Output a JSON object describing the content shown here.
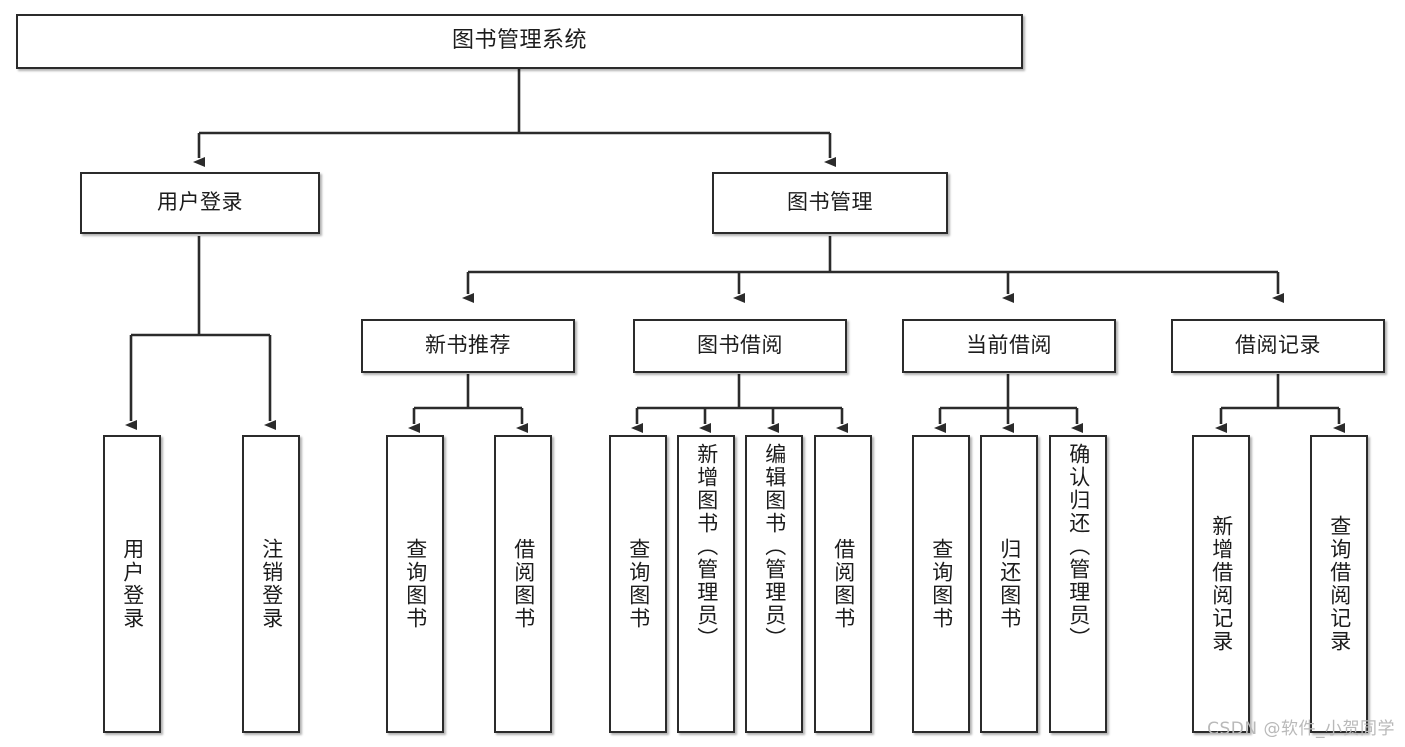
{
  "diagram": {
    "title": "图书管理系统",
    "type": "tree-hierarchy-diagram",
    "colors": {
      "background": "#ffffff",
      "node_border": "#2b2b2b",
      "node_fill": "#ffffff",
      "edge": "#2b2b2b",
      "text": "#1c1c1c",
      "watermark": "#b9b9b9"
    },
    "root": {
      "label": "图书管理系统"
    },
    "level2": [
      {
        "id": "user-login",
        "label": "用户登录"
      },
      {
        "id": "book-management",
        "label": "图书管理"
      }
    ],
    "level3": [
      {
        "id": "new-book-recommend",
        "label": "新书推荐",
        "parent": "book-management"
      },
      {
        "id": "book-borrow",
        "label": "图书借阅",
        "parent": "book-management"
      },
      {
        "id": "current-borrow",
        "label": "当前借阅",
        "parent": "book-management"
      },
      {
        "id": "borrow-record",
        "label": "借阅记录",
        "parent": "book-management"
      }
    ],
    "leaves": [
      {
        "id": "leaf-user-login",
        "label": "用户登录",
        "parent": "user-login"
      },
      {
        "id": "leaf-logout-login",
        "label": "注销登录",
        "parent": "user-login"
      },
      {
        "id": "leaf-query-book-1",
        "label": "查询图书",
        "parent": "new-book-recommend"
      },
      {
        "id": "leaf-borrow-book-1",
        "label": "借阅图书",
        "parent": "new-book-recommend"
      },
      {
        "id": "leaf-query-book-2",
        "label": "查询图书",
        "parent": "book-borrow"
      },
      {
        "id": "leaf-add-book-admin",
        "label": "新增图书（管理员）",
        "parent": "book-borrow"
      },
      {
        "id": "leaf-edit-book-admin",
        "label": "编辑图书（管理员）",
        "parent": "book-borrow"
      },
      {
        "id": "leaf-borrow-book-2",
        "label": "借阅图书",
        "parent": "book-borrow"
      },
      {
        "id": "leaf-query-book-3",
        "label": "查询图书",
        "parent": "current-borrow"
      },
      {
        "id": "leaf-return-book",
        "label": "归还图书",
        "parent": "current-borrow"
      },
      {
        "id": "leaf-confirm-return-admin",
        "label": "确认归还（管理员）",
        "parent": "current-borrow"
      },
      {
        "id": "leaf-add-borrow-record",
        "label": "新增借阅记录",
        "parent": "borrow-record"
      },
      {
        "id": "leaf-query-borrow-record",
        "label": "查询借阅记录",
        "parent": "borrow-record"
      }
    ],
    "watermark": "CSDN @软件_小贺同学"
  }
}
